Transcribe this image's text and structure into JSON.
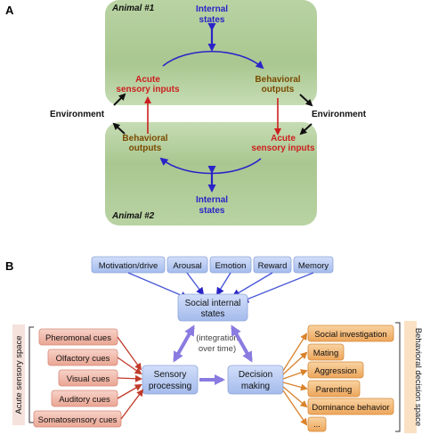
{
  "panelA": {
    "letter": "A",
    "animal1": "Animal #1",
    "animal2": "Animal #2",
    "internal_states_top": [
      "Internal",
      "states"
    ],
    "internal_states_bottom": [
      "Internal",
      "states"
    ],
    "acute_top": [
      "Acute",
      "sensory inputs"
    ],
    "behavioral_top": [
      "Behavioral",
      "outputs"
    ],
    "behavioral_bottom": [
      "Behavioral",
      "outputs"
    ],
    "acute_bottom": [
      "Acute",
      "sensory inputs"
    ],
    "environment_left": "Environment",
    "environment_right": "Environment"
  },
  "panelB": {
    "letter": "B",
    "top_boxes": [
      "Motivation/drive",
      "Arousal",
      "Emotion",
      "Reward",
      "Memory"
    ],
    "social_internal": [
      "Social internal",
      "states"
    ],
    "integration": [
      "(integration",
      "over time)"
    ],
    "sensory_processing": [
      "Sensory",
      "processing"
    ],
    "decision_making": [
      "Decision",
      "making"
    ],
    "cues": [
      "Pheromonal cues",
      "Olfactory cues",
      "Visual cues",
      "Auditory cues",
      "Somatosensory cues"
    ],
    "behaviors": [
      "Social investigation",
      "Mating",
      "Aggression",
      "Parenting",
      "Dominance behavior",
      "..."
    ],
    "left_label": "Acute sensory space",
    "right_label": "Behavioral decision space"
  },
  "colors": {
    "green_panel": "#b5cf9f",
    "blue_text": "#2a24c8",
    "red_text": "#cc1f1f",
    "brown_text": "#7a4a00",
    "blue_box": "#b4c8f0",
    "red_box": "#f0b3a6",
    "orange_box": "#f2b56e"
  }
}
